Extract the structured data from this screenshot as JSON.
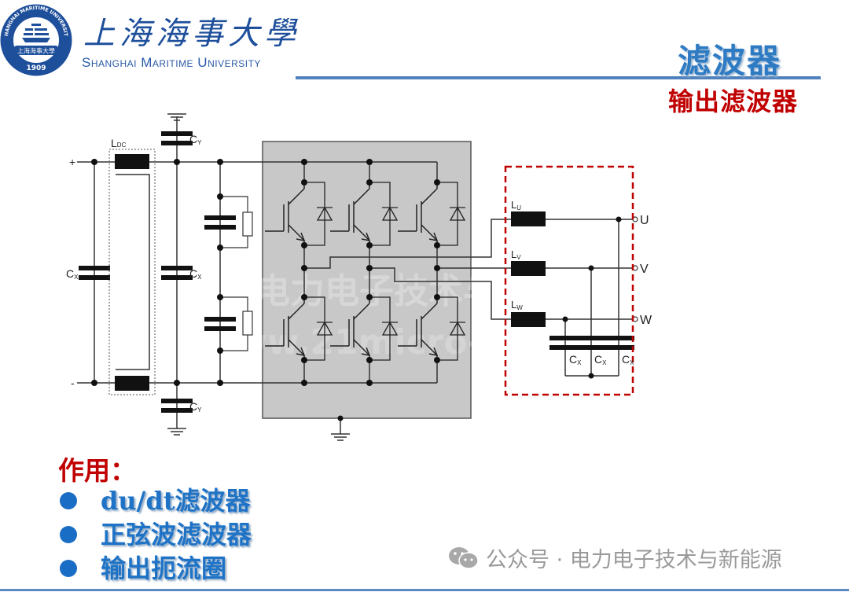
{
  "header": {
    "university_cn": "上海海事大學",
    "university_en": "Shanghai Maritime University",
    "seal_ring_text": "SHANGHAI MARITIME UNIVERSITY",
    "seal_year": "1909",
    "seal_banner": "上海海事大學",
    "title": "滤波器",
    "subtitle": "输出滤波器",
    "accent_color": "#4f81bd",
    "title_color": "#2e7bc4",
    "subtitle_color": "#c00000"
  },
  "diagram": {
    "terminals": {
      "plus": "+",
      "minus": "-"
    },
    "labels": {
      "ldc": "L",
      "ldc_sub": "DC",
      "cy": "C",
      "cy_sub": "Y",
      "cx": "C",
      "cx_sub": "X",
      "lu": "L",
      "lu_sub": "U",
      "lv": "L",
      "lv_sub": "V",
      "lw": "L",
      "lw_sub": "W"
    },
    "outputs": [
      "U",
      "V",
      "W"
    ],
    "filter_box_color": "#c00000",
    "inverter_fill": "#c8c8c8",
    "watermark_text": [
      "电力电子技术与新能源",
      "www.21micro-grid.com"
    ]
  },
  "usage": {
    "heading": "作用：",
    "items": [
      "du/dt滤波器",
      "正弦波滤波器",
      "输出扼流圈"
    ],
    "bullet_color": "#1a6dc4"
  },
  "footer": {
    "source": "公众号 · 电力电子技术与新能源"
  }
}
